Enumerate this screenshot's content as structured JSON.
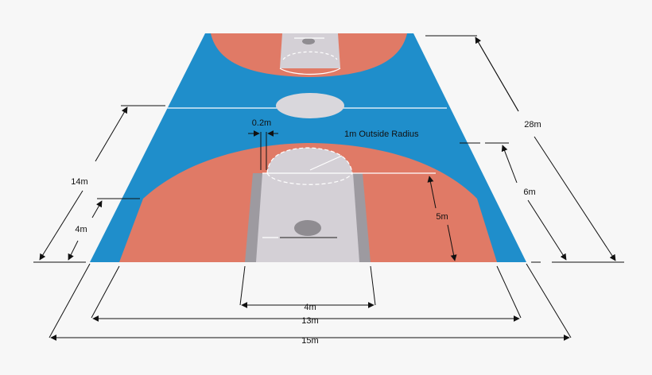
{
  "colors": {
    "background": "#f7f7f7",
    "court_blue": "#1f8ecb",
    "court_terracotta": "#e07a66",
    "key_light": "#d4d0d6",
    "key_shadow": "#9d9aa0",
    "circle": "#d9d7dc",
    "backboard_dot": "#8f8c91",
    "lines": "#ffffff",
    "dimension": "#111111"
  },
  "labels": {
    "width_15": "15m",
    "width_13": "13m",
    "key_width": "4m",
    "length_28": "28m",
    "half_length_14": "14m",
    "side_4": "4m",
    "right_6": "6m",
    "key_length": "5m",
    "line_width": "0.2m",
    "radius_note": "1m Outside Radius"
  }
}
